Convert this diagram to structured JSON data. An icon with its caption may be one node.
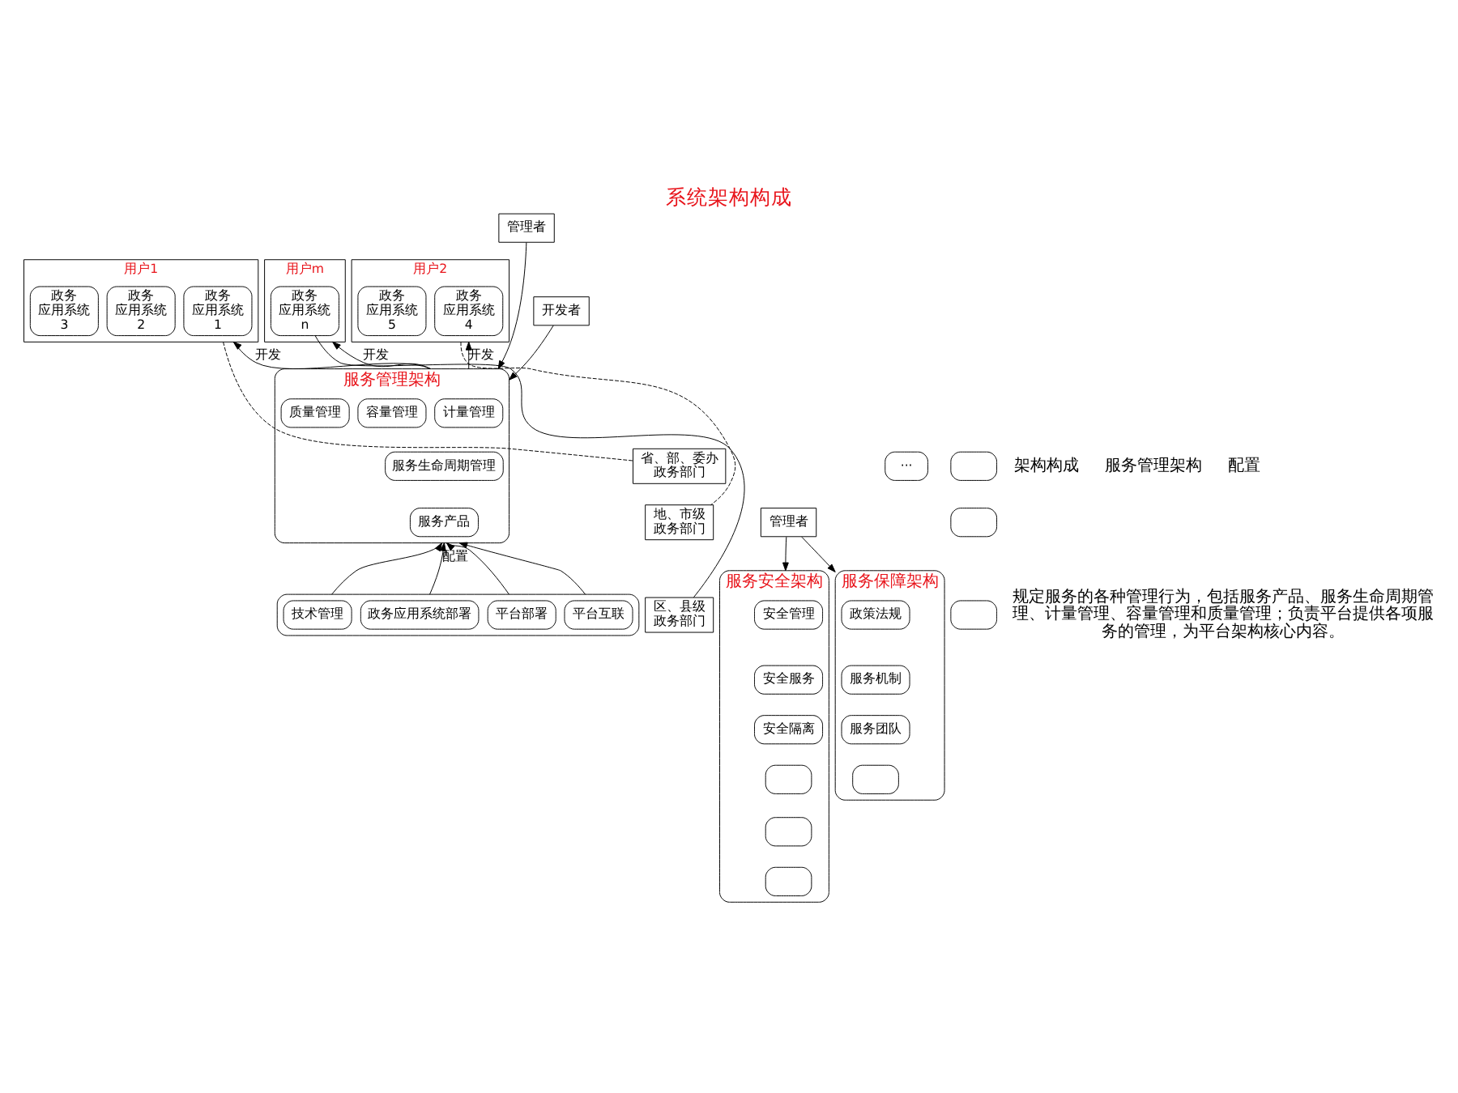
{
  "diagram": {
    "title": "系统架构构成",
    "nodes": [
      {
        "text": [
          "用户1"
        ]
      },
      {
        "text": [
          "政务应用系统1"
        ],
        "in": 0
      },
      {
        "text": [
          "政务应用系统2"
        ],
        "in": 0
      },
      {
        "text": [
          "政务应用系统3"
        ],
        "in": 0
      },
      {
        "text": [
          "用户2"
        ]
      },
      {
        "text": [
          "政务应用系统4"
        ],
        "in": 4
      },
      {
        "text": [
          "政务应用系统5"
        ],
        "in": 4
      },
      {
        "text": [
          "···"
        ]
      },
      {
        "text": [
          "用户m"
        ]
      },
      {
        "text": [
          "政务应用系统n"
        ],
        "in": 8
      },
      {
        "text": [
          "省、部、委办政务部门"
        ]
      },
      {
        "text": [
          "地、市级政务部门"
        ]
      },
      {
        "text": [
          "区、县级政务部门"
        ]
      },
      {
        "text": [
          "管理者"
        ]
      },
      {
        "text": [
          "服务安全架构"
        ]
      },
      {
        "text": [
          "安全管理"
        ],
        "in": 14
      },
      {
        "text": [
          "安全服务"
        ],
        "in": 14
      },
      {
        "text": [
          "安全隔离"
        ],
        "in": 14
      },
      {
        "text": [],
        "shape": "box",
        "in": 14
      },
      {
        "text": [],
        "shape": "box",
        "in": 14
      },
      {
        "text": [],
        "shape": "box",
        "in": 14
      },
      {
        "text": [
          "服务保障架构"
        ]
      },
      {
        "text": [
          "政策法规"
        ],
        "in": 21
      },
      {
        "text": [
          "服务机制"
        ],
        "in": 21
      },
      {
        "text": [
          "服务团队"
        ],
        "in": 21
      },
      {
        "text": [],
        "shape": "box",
        "in": 21
      },
      {
        "text": [
          "服务管理架构"
        ]
      },
      {
        "text": [
          "计量管理"
        ],
        "in": 26
      },
      {
        "text": [
          "容量管理"
        ],
        "in": 26
      },
      {
        "text": [
          "质量管理"
        ],
        "in": 26
      },
      {
        "text": [
          "服务生命周期管理"
        ],
        "in": 26
      },
      {
        "text": [
          "服务产品"
        ],
        "in": 26
      },
      {
        "text": [
          "管理者"
        ]
      },
      {
        "text": [
          "开发者"
        ]
      },
      {
        "text": [],
        "shape": "box"
      },
      {
        "text": [
          "技术管理"
        ],
        "in": 34
      },
      {
        "text": [
          "政务应用系统部署"
        ],
        "in": 34
      },
      {
        "text": [
          "平台部署"
        ],
        "in": 34
      },
      {
        "text": [
          "平台互联"
        ],
        "in": 34
      },
      {
        "text": [],
        "shape": "box"
      },
      {
        "text": [],
        "shape": "box"
      },
      {
        "text": [],
        "shape": "box"
      }
    ],
    "edges": [
      {
        "from": 13,
        "to": 14,
        "arrow": "to"
      },
      {
        "from": 13,
        "to": 21,
        "arrow": "to"
      },
      {
        "from": 26,
        "to": 0,
        "arrow": "to",
        "label": "开发"
      },
      {
        "from": 26,
        "to": 4,
        "arrow": "to",
        "label": "开发"
      },
      {
        "from": 26,
        "to": 8,
        "arrow": "to",
        "label": "开发"
      },
      {
        "from": 0,
        "to": 10,
        "arrow": "none",
        "style": "dashed"
      },
      {
        "from": 4,
        "to": 11,
        "arrow": "none",
        "style": "dashed"
      },
      {
        "from": 9,
        "to": 12,
        "arrow": "none"
      },
      {
        "from": 32,
        "to": 26,
        "arrow": "to"
      },
      {
        "from": 33,
        "to": 26,
        "arrow": "to"
      },
      {
        "from": 34,
        "to": 26,
        "arrow": "to"
      },
      {
        "from": 34,
        "to": 26,
        "arrow": "to",
        "label": "配置"
      },
      {
        "from": 34,
        "to": 26,
        "arrow": "to"
      },
      {
        "from": 34,
        "to": 26,
        "arrow": "to"
      }
    ],
    "labels": [
      "架构构成",
      "服务管理架构",
      "配置",
      "规定服务的各种管理行为，包括服务产品、服务生命周期管理、计量管理、容量管理和质量管理；负责平台提供各项服务的管理，为平台架构核心内容。"
    ]
  }
}
